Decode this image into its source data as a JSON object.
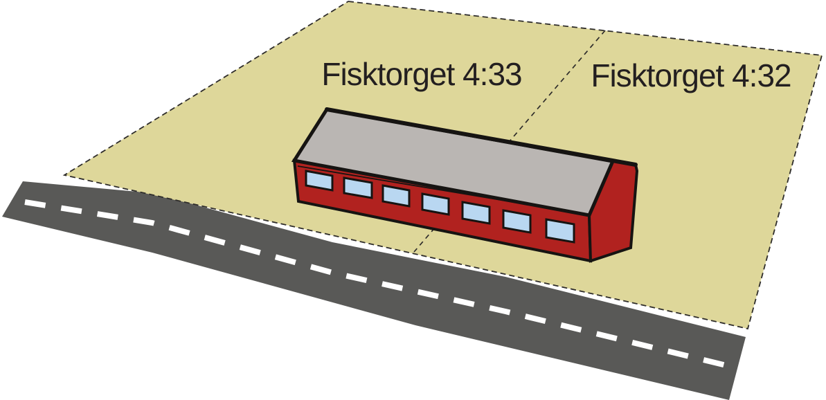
{
  "figure": {
    "type": "cadastral-illustration",
    "labels": {
      "parcel_left": "Fisktorget 4:33",
      "parcel_right": "Fisktorget 4:32"
    },
    "colors": {
      "background": "#ffffff",
      "parcel": "#ded79a",
      "parcel_border": "#2e2c2a",
      "boundary_line": "#2e2c2a",
      "road": "#595957",
      "road_marking": "#ffffff",
      "building_wall": "#b1221f",
      "building_roof": "#bab6b3",
      "window": "#b9d7f1",
      "outline": "#161412",
      "label_text": "#231f20"
    }
  }
}
